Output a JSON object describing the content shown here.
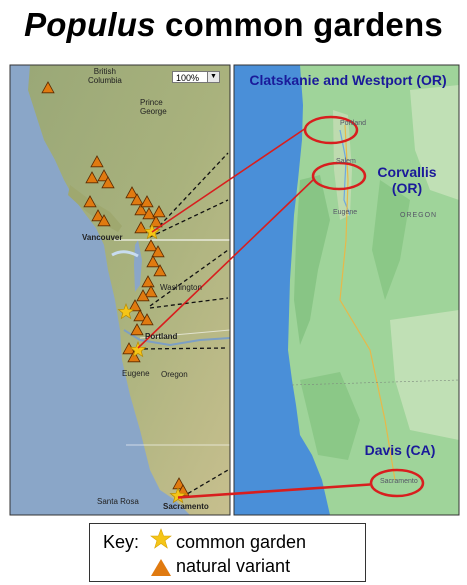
{
  "title": {
    "italic": "Populus",
    "rest": " common gardens"
  },
  "left_map": {
    "zoom_level": "100%",
    "labels": {
      "bc": "British\nColumbia",
      "prince_george": "Prince\nGeorge",
      "vancouver": "Vancouver",
      "washington": "Washington",
      "portland": "Portland",
      "eugene": "Eugene",
      "oregon": "Oregon",
      "santa_rosa": "Santa Rosa",
      "sacramento": "Sacramento"
    }
  },
  "right_map": {
    "labels": {
      "portland": "Portland",
      "salem": "Salem",
      "eugene": "Eugene",
      "oregon": "OREGON",
      "sacramento": "Sacramento"
    },
    "gardens": {
      "clatskanie": "Clatskanie and Westport (OR)",
      "corvallis": "Corvallis\n(OR)",
      "davis": "Davis (CA)"
    }
  },
  "key": {
    "label": "Key:",
    "common_garden": "common garden",
    "natural_variant": "natural variant"
  },
  "colors": {
    "star": "#f5c518",
    "triangle": "#e07a10",
    "garden_label": "#1a1a9a",
    "circle": "#d81e1e",
    "ocean_left": "#8aa6c8",
    "ocean_right": "#4a8fd8",
    "land_right": "#9fd49a"
  }
}
